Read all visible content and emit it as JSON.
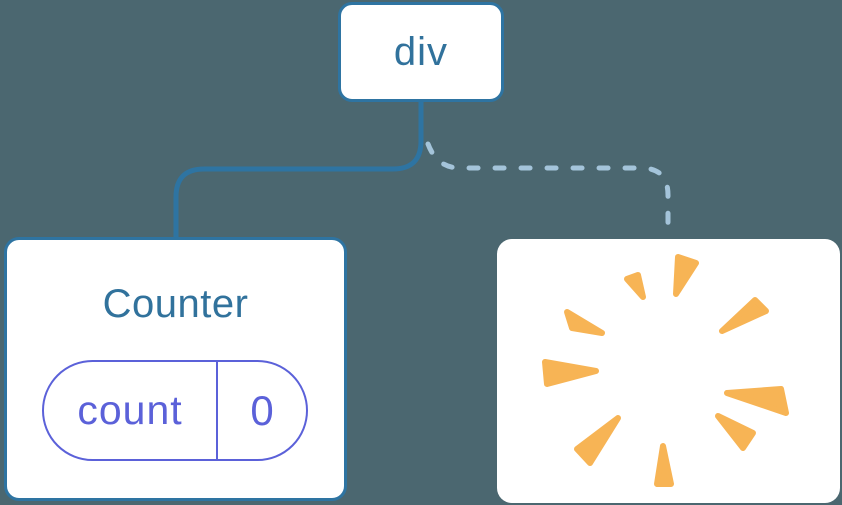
{
  "diagram": {
    "description": "React render tree: div root keeps Counter child (solid connection); second child removed with a poof burst (dashed connection)",
    "root_node": {
      "label": "div"
    },
    "counter_node": {
      "title": "Counter",
      "state_pill": {
        "name": "count",
        "value": "0"
      }
    },
    "removed_node": {
      "icon": "poof-burst-icon"
    },
    "connections": [
      {
        "from": "div",
        "to": "Counter",
        "style": "solid"
      },
      {
        "from": "div",
        "to": "removed-node",
        "style": "dashed"
      }
    ],
    "colors": {
      "background": "#4B6770",
      "node_fill": "#FFFFFF",
      "node_border_blue": "#2E74A2",
      "node_text_blue": "#31729C",
      "state_indigo": "#5B61D9",
      "dashed_connector_blue": "#A4C4DA",
      "poof_orange": "#F7B455"
    }
  }
}
